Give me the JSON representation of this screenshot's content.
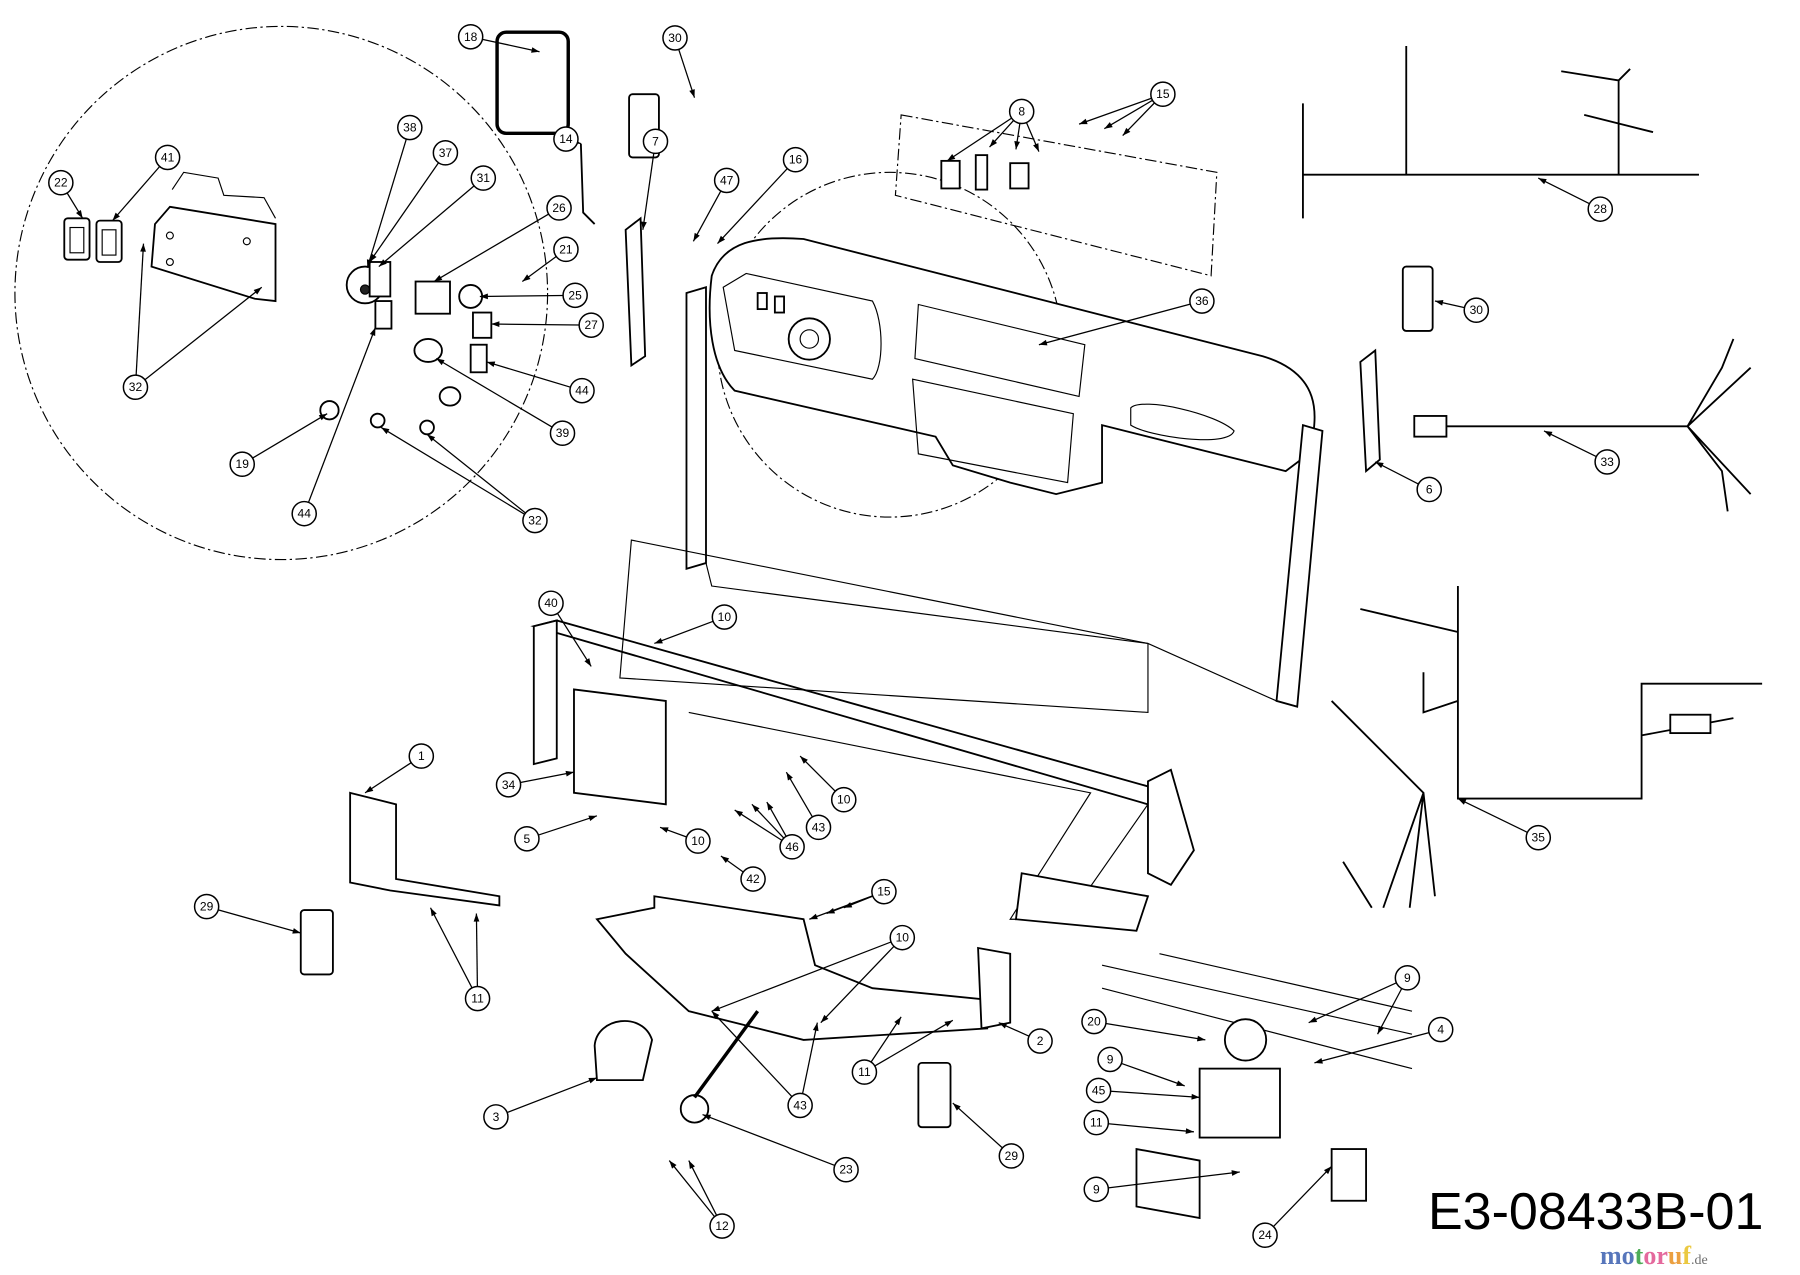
{
  "diagram": {
    "drawing_code": "E3-08433B-01",
    "watermark": {
      "text": "motoruf",
      "suffix": ".de",
      "colors": [
        "#3a5fb0",
        "#3a5fb0",
        "#2f9e3a",
        "#e0508c",
        "#e0508c",
        "#e89020",
        "#e8c020"
      ]
    },
    "callouts": [
      "18",
      "30",
      "38",
      "37",
      "31",
      "41",
      "22",
      "14",
      "7",
      "47",
      "16",
      "26",
      "21",
      "25",
      "27",
      "44",
      "39",
      "32",
      "19",
      "44",
      "32",
      "8",
      "15",
      "28",
      "30",
      "36",
      "33",
      "6",
      "10",
      "40",
      "35",
      "1",
      "34",
      "10",
      "43",
      "5",
      "10",
      "46",
      "42",
      "15",
      "29",
      "10",
      "11",
      "9",
      "20",
      "4",
      "2",
      "9",
      "11",
      "45",
      "43",
      "11",
      "3",
      "29",
      "23",
      "9",
      "24",
      "12"
    ]
  }
}
